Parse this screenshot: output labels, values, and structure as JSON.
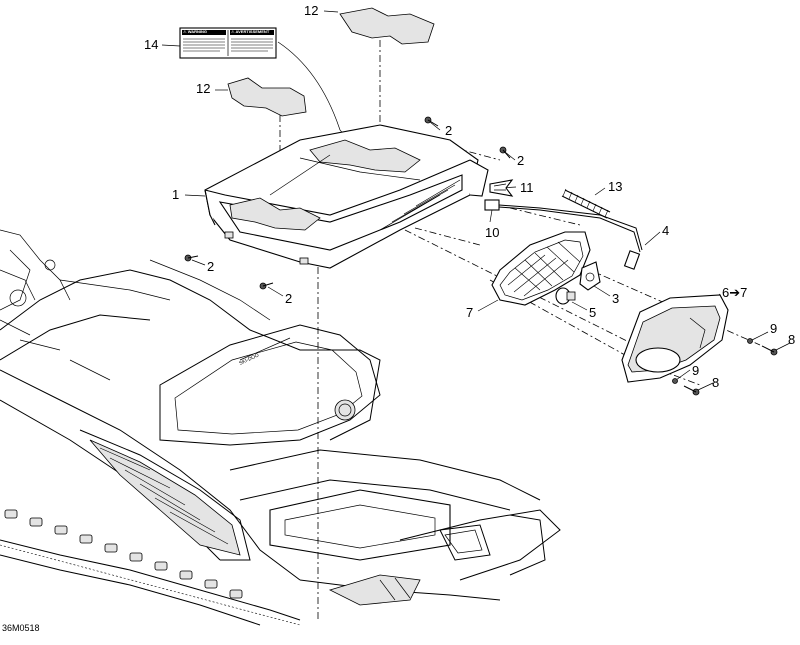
{
  "diagram": {
    "reference_code": "36M0518",
    "labels": {
      "l1": "1",
      "l2a": "2",
      "l2b": "2",
      "l2c": "2",
      "l2d": "2",
      "l3": "3",
      "l4": "4",
      "l5": "5",
      "l6": "6",
      "l6_arrow": "➔",
      "l6_target": "7",
      "l7": "7",
      "l8a": "8",
      "l8b": "8",
      "l9a": "9",
      "l9b": "9",
      "l10": "10",
      "l11": "11",
      "l12a": "12",
      "l12b": "12",
      "l13": "13",
      "l14": "14"
    },
    "decal": {
      "heading_left": "⚠ WARNING",
      "heading_right": "⚠ AVERTISSEMENT"
    }
  }
}
